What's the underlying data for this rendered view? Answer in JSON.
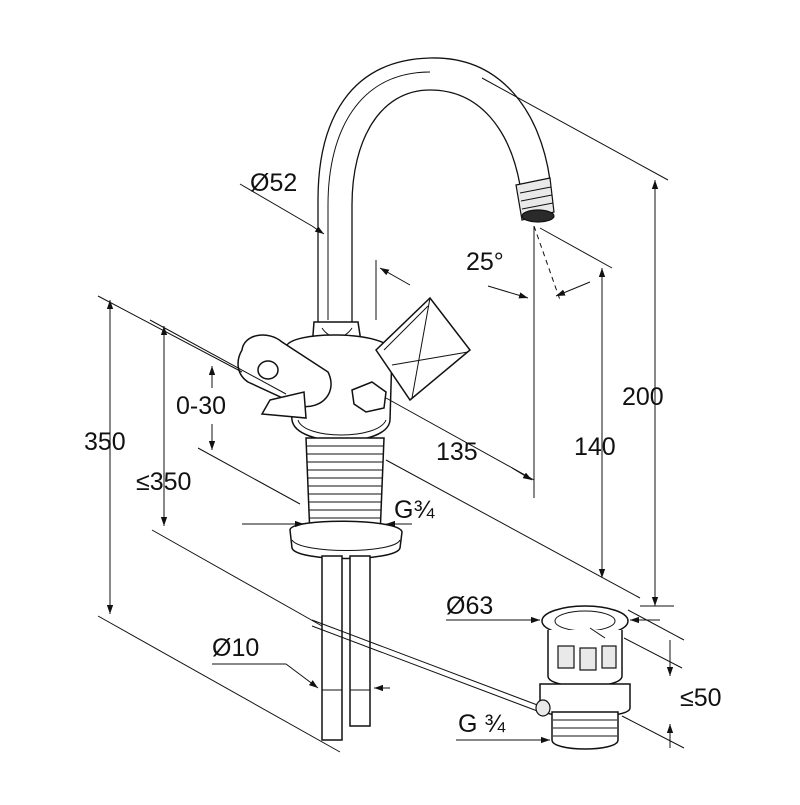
{
  "dimensions": {
    "dia_spout_base": "Ø52",
    "swivel_angle": "25°",
    "height_total": "200",
    "spout_height": "140",
    "spout_reach": "135",
    "depth_350": "350",
    "depth_max_350": "≤350",
    "adjust_range": "0-30",
    "thread_shank": "G¾",
    "dia_waste": "Ø63",
    "waste_height": "≤50",
    "dia_tube": "Ø10",
    "thread_waste": "G ¾"
  }
}
